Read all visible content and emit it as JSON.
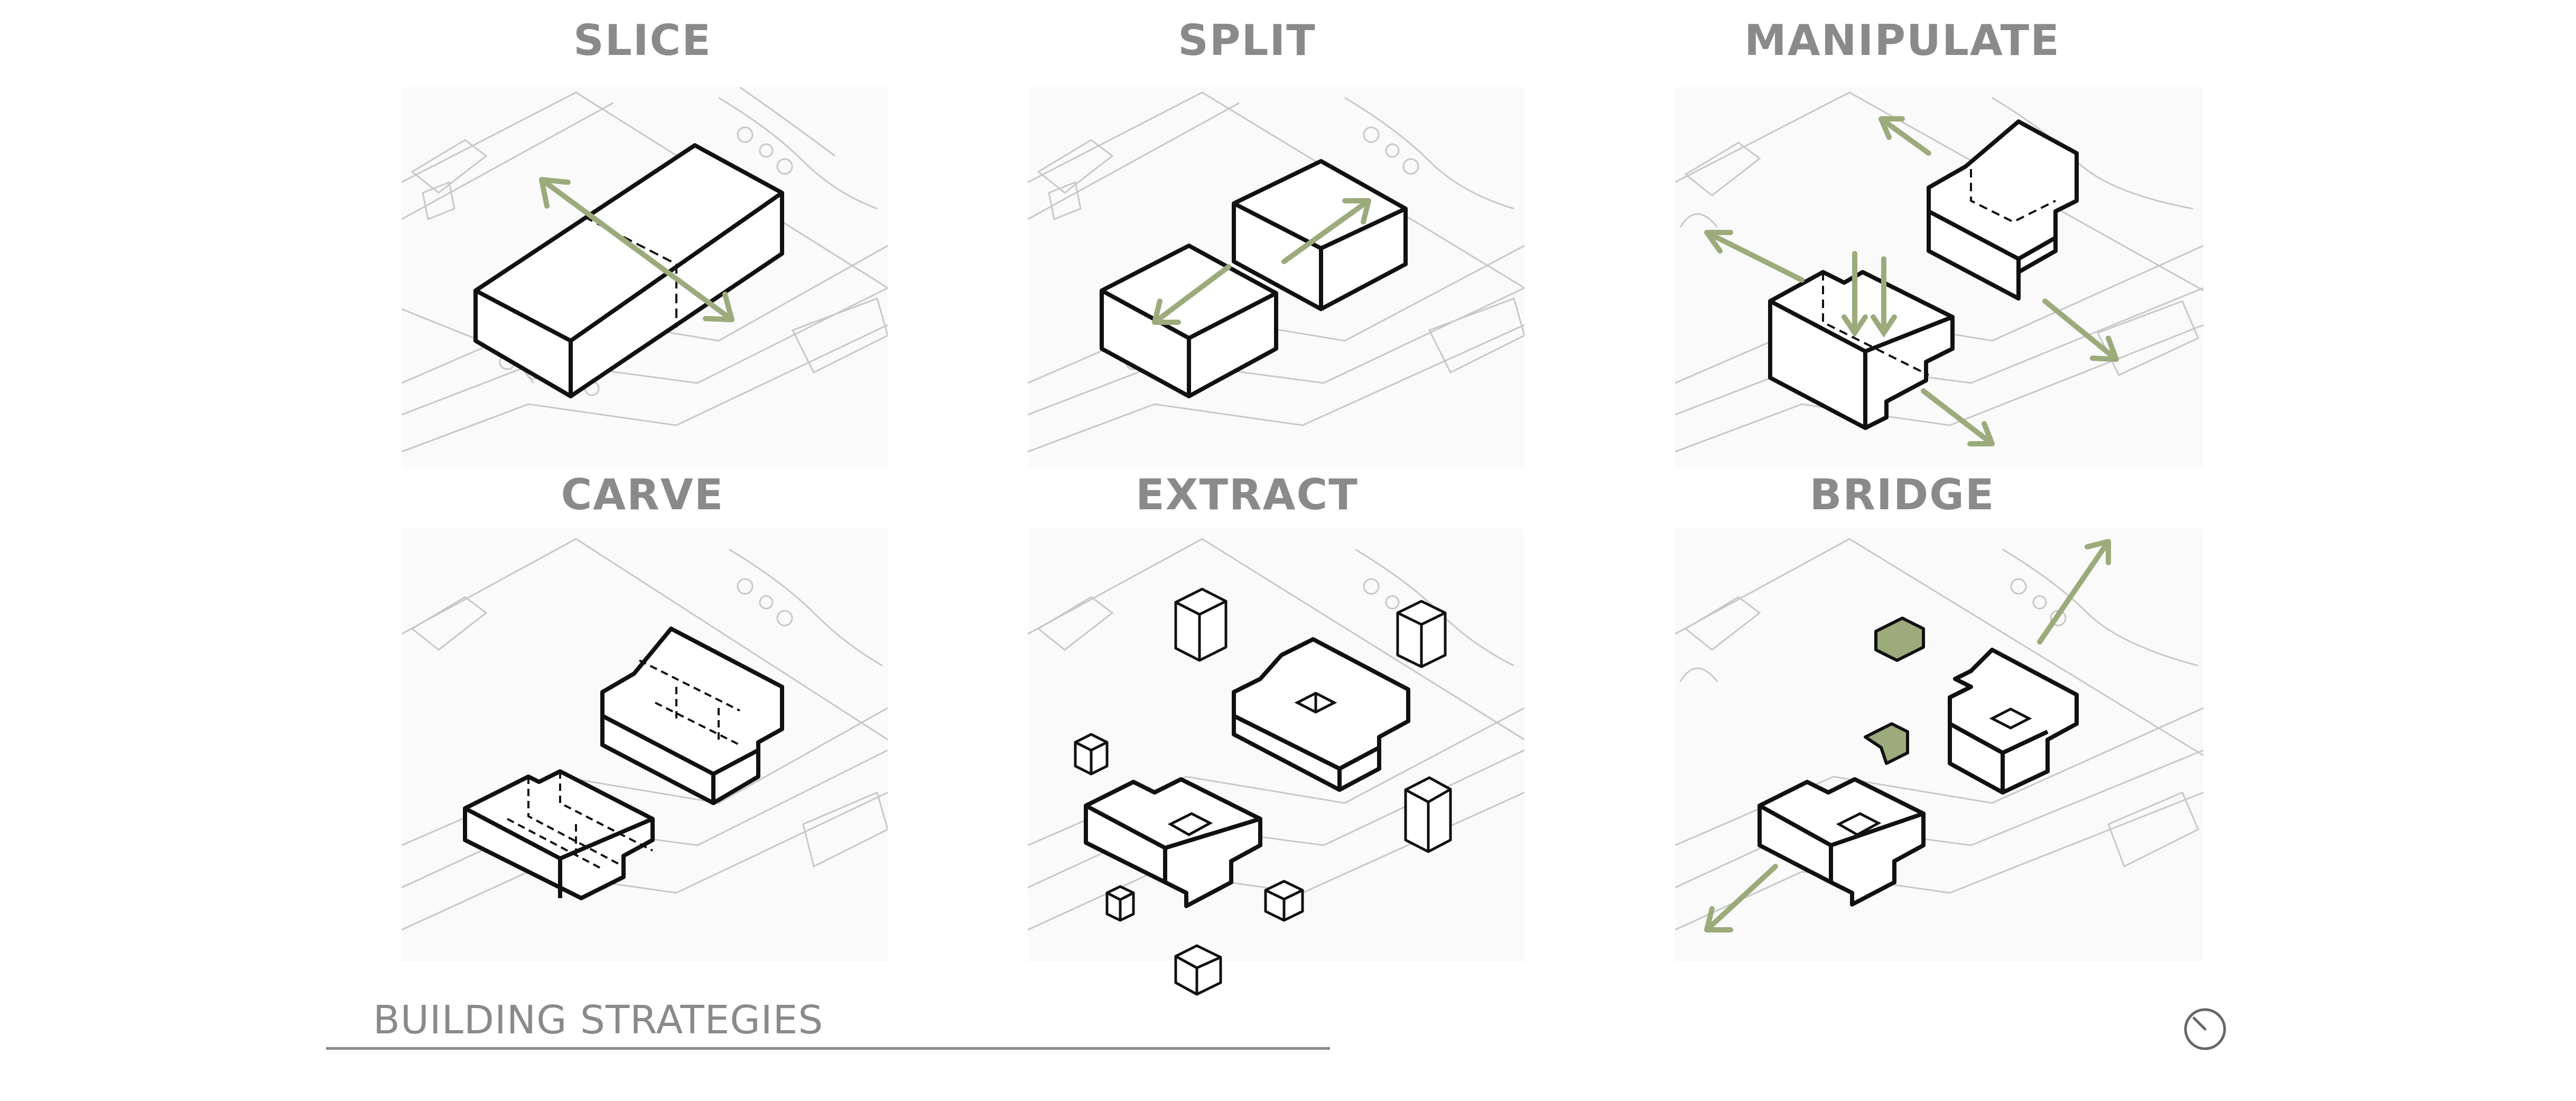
{
  "sheet": {
    "title": "BUILDING STRATEGIES",
    "north_symbol": "north-arrow-icon"
  },
  "panels": [
    {
      "id": "slice",
      "title": "SLICE"
    },
    {
      "id": "split",
      "title": "SPLIT"
    },
    {
      "id": "manipulate",
      "title": "MANIPULATE"
    },
    {
      "id": "carve",
      "title": "CARVE"
    },
    {
      "id": "extract",
      "title": "EXTRACT"
    },
    {
      "id": "bridge",
      "title": "BRIDGE"
    }
  ],
  "colors": {
    "outline": "#111111",
    "accent_green": "#9bab7c",
    "context_gray": "#c8c8c8",
    "title_gray": "#8a8a8a"
  }
}
